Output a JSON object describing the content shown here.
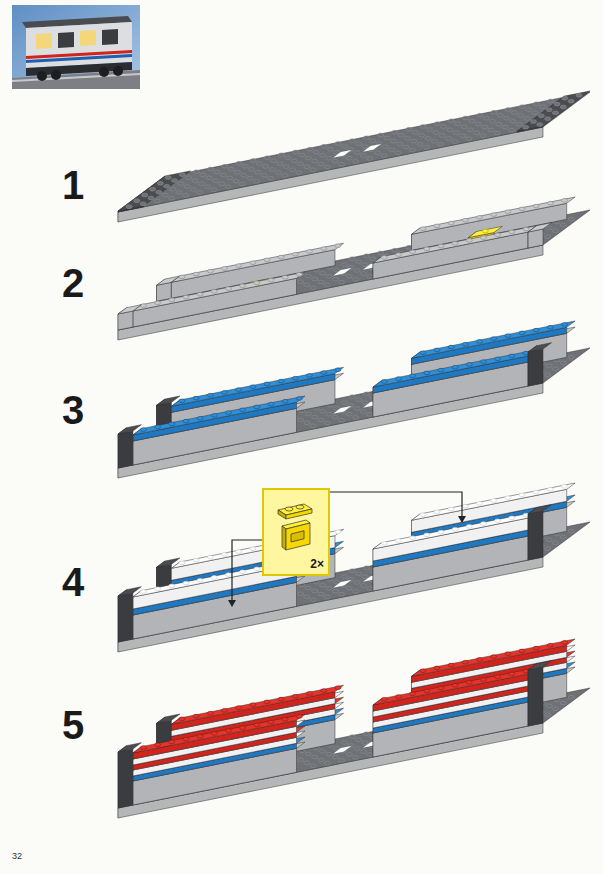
{
  "diagram": {
    "nodes": [
      {
        "text": [
          "2×"
        ]
      }
    ],
    "labels": [
      "1",
      "2",
      "3",
      "4",
      "5",
      "32"
    ]
  }
}
